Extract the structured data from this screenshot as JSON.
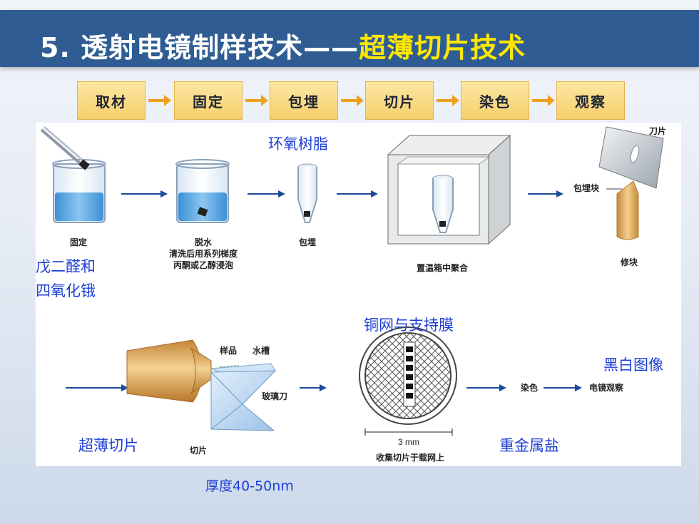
{
  "title": {
    "number": "5.",
    "main": "透射电镜制样技术——",
    "highlight": "超薄切片技术"
  },
  "steps": [
    "取材",
    "固定",
    "包埋",
    "切片",
    "染色",
    "观察"
  ],
  "diagram_labels": {
    "fix": "固定",
    "dehydrate": "脱水",
    "dehydrate_desc_1": "清洗后用系列梯度",
    "dehydrate_desc_2": "丙酮或乙醇浸泡",
    "embed": "包埋",
    "polymerize": "置温箱中聚合",
    "knife": "刀片",
    "block": "包埋块",
    "trim": "修块",
    "sample": "样品",
    "trough": "水槽",
    "glass_knife": "玻璃刀",
    "slice": "切片",
    "size": "3 mm",
    "collect": "收集切片于载网上",
    "stain": "染色",
    "observe": "电镜观察"
  },
  "annotations": {
    "epoxy": "环氧树脂",
    "fixatives_1": "戊二醛和",
    "fixatives_2": "四氧化锇",
    "grid": "铜网与支持膜",
    "bw_image": "黑白图像",
    "ultrathin": "超薄切片",
    "heavy_metal": "重金属盐",
    "thickness": "厚度40-50nm"
  },
  "colors": {
    "title_bg": "#2f5d93",
    "highlight": "#ffe800",
    "annotation": "#1d3fd6",
    "step_bg": "#f7cf6b"
  }
}
